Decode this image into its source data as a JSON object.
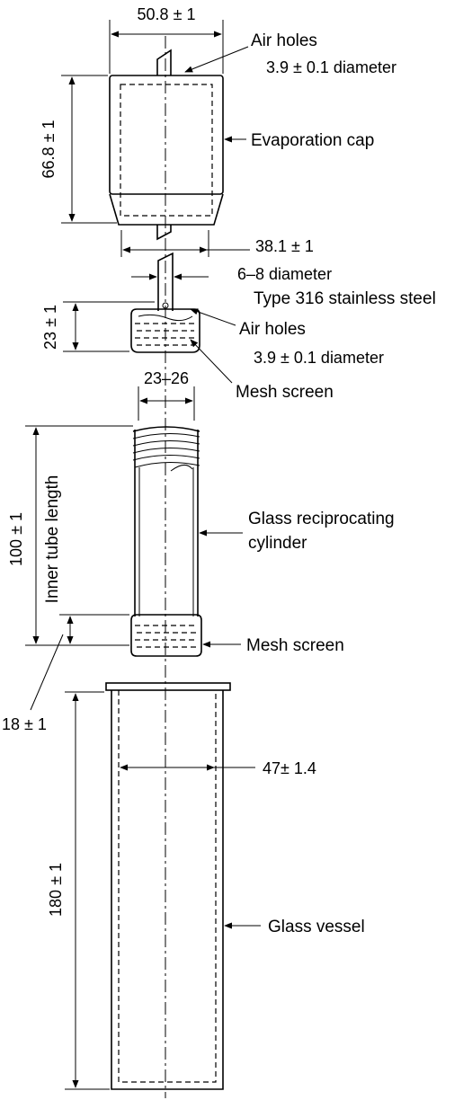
{
  "labels": {
    "top_width": "50.8 ± 1",
    "air_holes_1": "Air holes",
    "air_holes_1_diam": "3.9 ± 0.1 diameter",
    "evaporation_cap": "Evaporation cap",
    "cap_height": "66.8 ± 1",
    "cap_bottom_width": "38.1 ± 1",
    "shaft_diam": "6–8 diameter",
    "shaft_material": "Type 316 stainless steel",
    "upper_mesh_height": "23 ± 1",
    "air_holes_2": "Air holes",
    "air_holes_2_diam": "3.9 ± 0.1 diameter",
    "mesh_screen_1": "Mesh screen",
    "tube_diam": "23–26",
    "tube_length": "100 ± 1",
    "inner_tube_length": "Inner tube length",
    "cylinder_1": "Glass reciprocating",
    "cylinder_2": "cylinder",
    "mesh_screen_2": "Mesh screen",
    "lower_mesh_height": "18 ± 1",
    "vessel_diam": "47± 1.4",
    "vessel_height": "180 ± 1",
    "glass_vessel": "Glass vessel"
  }
}
